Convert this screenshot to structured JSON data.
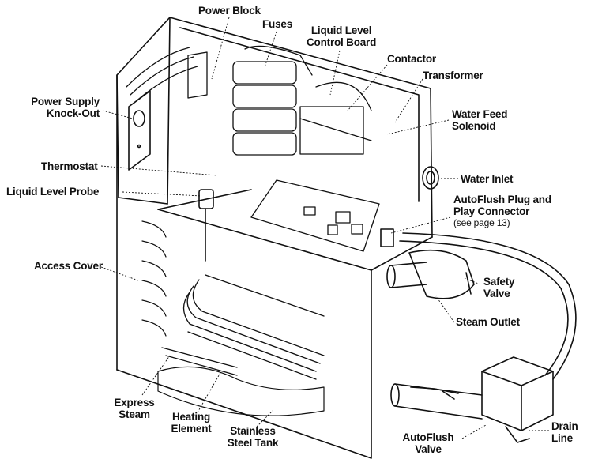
{
  "labels": {
    "power_block": "Power Block",
    "fuses": "Fuses",
    "liquid_level_control_board": [
      "Liquid Level",
      "Control Board"
    ],
    "contactor": "Contactor",
    "transformer": "Transformer",
    "power_supply_knockout": [
      "Power Supply",
      "Knock-Out"
    ],
    "water_feed_solenoid": [
      "Water Feed",
      "Solenoid"
    ],
    "thermostat": "Thermostat",
    "water_inlet": "Water Inlet",
    "liquid_level_probe": "Liquid Level Probe",
    "autoflush_plug": [
      "AutoFlush Plug and",
      "Play Connector"
    ],
    "autoflush_plug_note": "(see page 13)",
    "access_cover": "Access Cover",
    "safety_valve": [
      "Safety",
      "Valve"
    ],
    "steam_outlet": "Steam Outlet",
    "express_steam": [
      "Express",
      "Steam"
    ],
    "heating_element": [
      "Heating",
      "Element"
    ],
    "stainless_steel_tank": [
      "Stainless",
      "Steel Tank"
    ],
    "autoflush_valve": [
      "AutoFlush",
      "Valve"
    ],
    "drain_line": [
      "Drain",
      "Line"
    ]
  }
}
